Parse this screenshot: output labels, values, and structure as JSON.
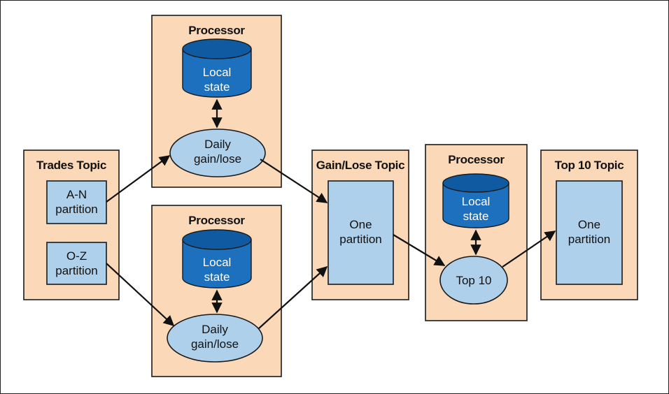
{
  "diagram": {
    "trades_topic": {
      "title": "Trades Topic",
      "partitions": [
        "A-N\npartition",
        "O-Z\npartition"
      ]
    },
    "processors": [
      {
        "title": "Processor",
        "store": "Local\nstate",
        "node": "Daily\ngain/lose"
      },
      {
        "title": "Processor",
        "store": "Local\nstate",
        "node": "Daily\ngain/lose"
      },
      {
        "title": "Processor",
        "store": "Local\nstate",
        "node": "Top 10"
      }
    ],
    "gain_lose_topic": {
      "title": "Gain/Lose Topic",
      "partition": "One\npartition"
    },
    "top10_topic": {
      "title": "Top 10 Topic",
      "partition": "One\npartition"
    },
    "colors": {
      "panel": "#fad8b8",
      "partition": "#aed0ea",
      "store_body": "#1d70bd",
      "store_top": "#0f5aa0",
      "stroke": "#1a1a1a"
    }
  }
}
